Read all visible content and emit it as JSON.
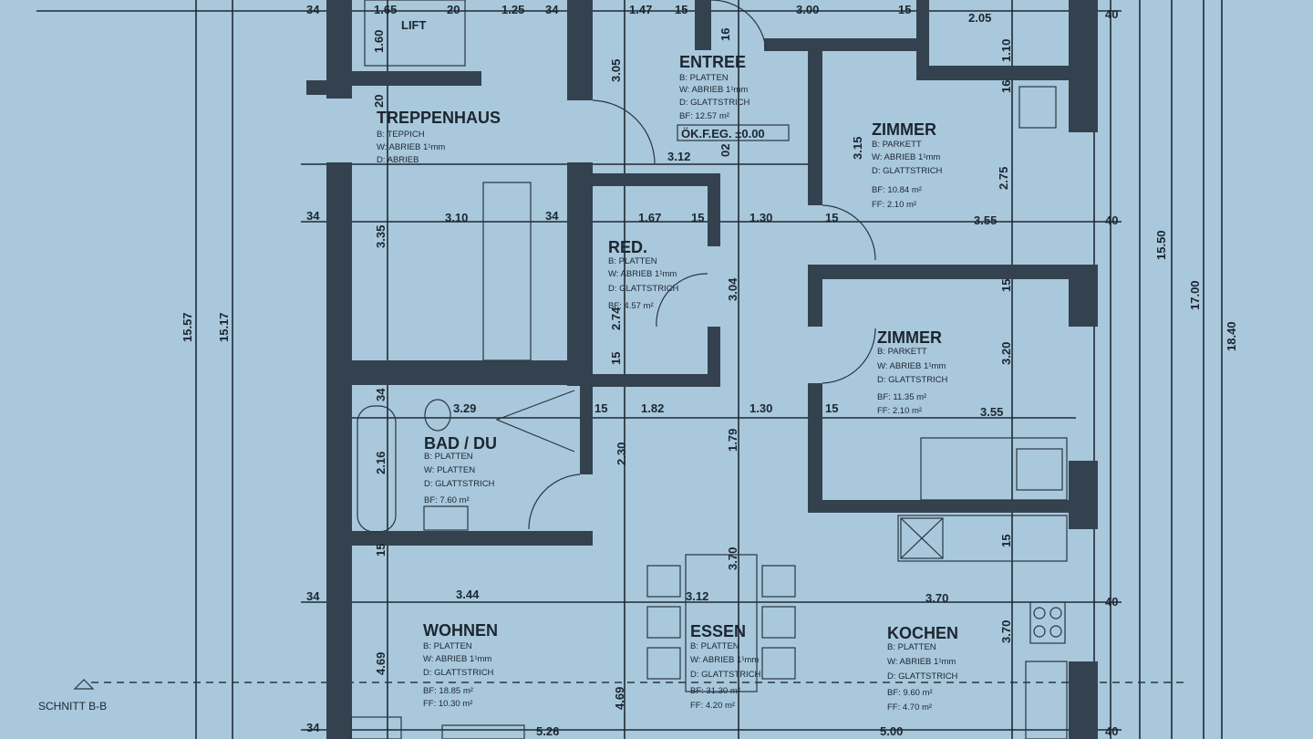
{
  "colors": {
    "background": "#a9c8dc",
    "walls": "#34424f",
    "lines": "#1f2a33"
  },
  "rooms": {
    "lift": {
      "name": "LIFT"
    },
    "treppenhaus": {
      "name": "TREPPENHAUS",
      "b": "B:   TEPPICH",
      "w": "W:   ABRIEB 1¹mm",
      "d": "D:   ABRIEB"
    },
    "entree": {
      "name": "ENTREE",
      "b": "B:   PLATTEN",
      "w": "W:   ABRIEB 1¹mm",
      "d": "D:   GLATTSTRICH",
      "bf": "BF:  12.57 m²",
      "level": "ÖK.F.EG. ±0.00"
    },
    "zimmer1": {
      "name": "ZIMMER",
      "b": "B:   PARKETT",
      "w": "W:   ABRIEB 1¹mm",
      "d": "D:   GLATTSTRICH",
      "bf": "BF:  10.84 m²",
      "ff": "FF:   2.10 m²"
    },
    "red": {
      "name": "RED.",
      "b": "B:   PLATTEN",
      "w": "W:   ABRIEB 1¹mm",
      "d": "D:   GLATTSTRICH",
      "bf": "BF: 4.57 m²"
    },
    "zimmer2": {
      "name": "ZIMMER",
      "b": "B:   PARKETT",
      "w": "W:   ABRIEB 1¹mm",
      "d": "D:   GLATTSTRICH",
      "bf": "BF:  11.35 m²",
      "ff": "FF:   2.10 m²"
    },
    "bad": {
      "name": "BAD / DU",
      "b": "B:   PLATTEN",
      "w": "W:   PLATTEN",
      "d": "D:   GLATTSTRICH",
      "bf": "BF: 7.60 m²"
    },
    "wohnen": {
      "name": "WOHNEN",
      "b": "B:   PLATTEN",
      "w": "W:   ABRIEB 1¹mm",
      "d": "D:   GLATTSTRICH",
      "bf": "BF:  18.85 m²",
      "ff": "FF:  10.30 m²"
    },
    "essen": {
      "name": "ESSEN",
      "b": "B:   PLATTEN",
      "w": "W:   ABRIEB 1¹mm",
      "d": "D:   GLATTSTRICH",
      "bf": "BF:  31.30 m²",
      "ff": "FF:   4.20 m²"
    },
    "kochen": {
      "name": "KOCHEN",
      "b": "B:   PLATTEN",
      "w": "W:   ABRIEB 1¹mm",
      "d": "D:   GLATTSTRICH",
      "bf": "BF:  9.60 m²",
      "ff": "FF:   4.70 m²"
    }
  },
  "section": {
    "label": "SCHNITT B-B"
  },
  "dims": {
    "h": [
      "34",
      "1.65",
      "20",
      "1.25",
      "34",
      "1.47",
      "15",
      "3.00",
      "15",
      "2.05",
      "40",
      "3.12",
      "34",
      "3.10",
      "34",
      "1.67",
      "15",
      "1.30",
      "15",
      "3.55",
      "40",
      "3.29",
      "15",
      "1.82",
      "1.30",
      "15",
      "3.55",
      "34",
      "3.44",
      "3.12",
      "3.70",
      "40",
      "34",
      "5.26",
      "5.00",
      "40"
    ],
    "v": [
      "1.60",
      "20",
      "3.05",
      "16",
      "02",
      "1.10",
      "16",
      "3.15",
      "2.75",
      "3.35",
      "15",
      "3.04",
      "2.74",
      "15",
      "15",
      "3.20",
      "34",
      "2.16",
      "2.30",
      "1.79",
      "15",
      "3.70",
      "3.70",
      "4.69",
      "4.69",
      "15.57",
      "15.17",
      "15.50",
      "17.00",
      "18.40"
    ]
  }
}
